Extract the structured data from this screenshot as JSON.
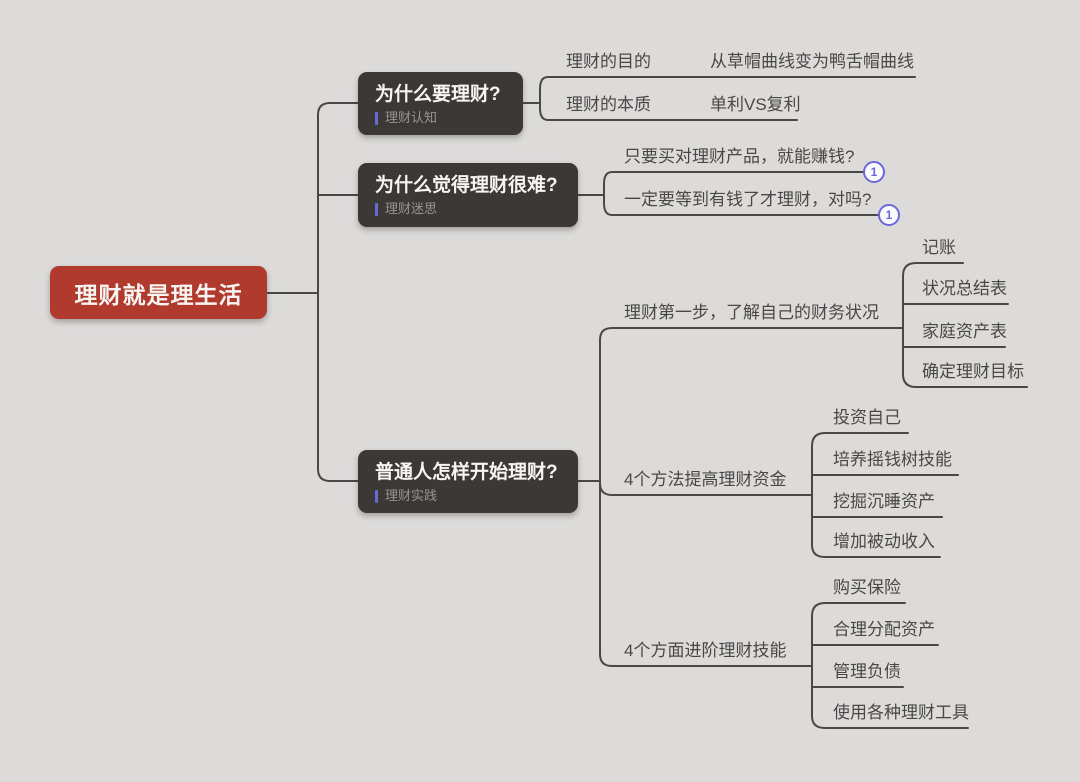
{
  "colors": {
    "background": "#dcdbda",
    "root_bg": "#b03a2e",
    "branch_bg": "#3b3836",
    "line": "#4a4846",
    "accent_purple": "#6b68d9",
    "leaf_text": "#4a4846",
    "tag_text": "#98948f"
  },
  "root": {
    "label": "理财就是理生活"
  },
  "branches": [
    {
      "title": "为什么要理财?",
      "tag": "理财认知",
      "children": [
        {
          "label": "理财的目的",
          "children": [
            {
              "label": "从草帽曲线变为鸭舌帽曲线"
            }
          ]
        },
        {
          "label": "理财的本质",
          "children": [
            {
              "label": "单利VS复利"
            }
          ]
        }
      ]
    },
    {
      "title": "为什么觉得理财很难?",
      "tag": "理财迷思",
      "children": [
        {
          "label": "只要买对理财产品，就能赚钱?",
          "badge": "1"
        },
        {
          "label": "一定要等到有钱了才理财，对吗?",
          "badge": "1"
        }
      ]
    },
    {
      "title": "普通人怎样开始理财?",
      "tag": "理财实践",
      "children": [
        {
          "label": "理财第一步，了解自己的财务状况",
          "children": [
            {
              "label": "记账"
            },
            {
              "label": "状况总结表"
            },
            {
              "label": "家庭资产表"
            },
            {
              "label": "确定理财目标"
            }
          ]
        },
        {
          "label": "4个方法提高理财资金",
          "children": [
            {
              "label": "投资自己"
            },
            {
              "label": "培养摇钱树技能"
            },
            {
              "label": "挖掘沉睡资产"
            },
            {
              "label": "增加被动收入"
            }
          ]
        },
        {
          "label": "4个方面进阶理财技能",
          "children": [
            {
              "label": "购买保险"
            },
            {
              "label": "合理分配资产"
            },
            {
              "label": "管理负债"
            },
            {
              "label": "使用各种理财工具"
            }
          ]
        }
      ]
    }
  ]
}
